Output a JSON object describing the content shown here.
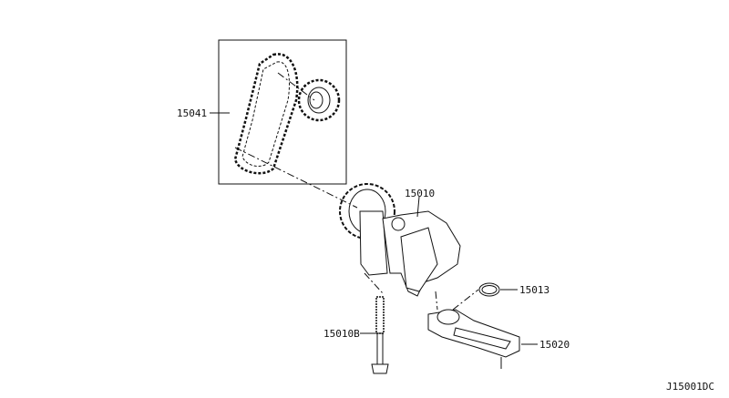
{
  "parts": {
    "chain": "15041",
    "pump": "15010",
    "oring": "15013",
    "bolt": "15010B",
    "strainer": "15020"
  },
  "diagram_code": "J15001DC"
}
